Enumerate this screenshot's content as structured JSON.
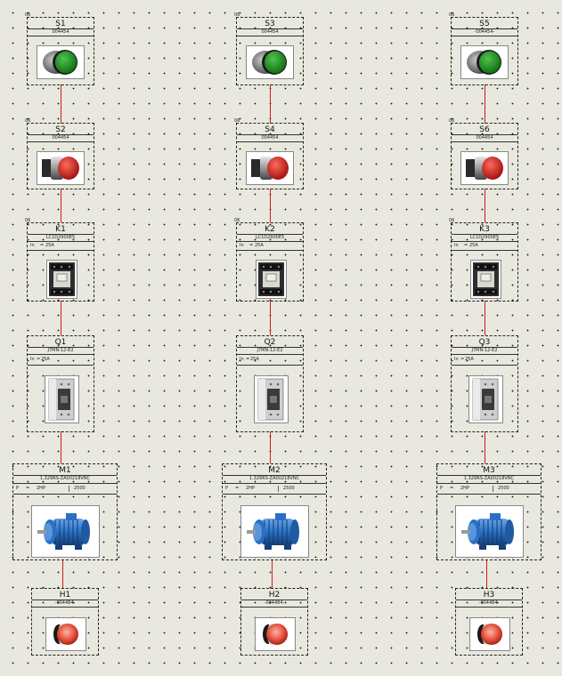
{
  "colors": {
    "wire": "#d01a1a",
    "start_button": "#1e8f1e",
    "stop_button": "#cc1f1f",
    "motor": "#2a6fc4",
    "pilot_light": "#d84a3a"
  },
  "columns": [
    {
      "start_button": {
        "corner": "06",
        "ref": "S1",
        "part": "004454",
        "icon": "green-pushbutton-icon"
      },
      "stop_button": {
        "corner": "06",
        "ref": "S2",
        "part": "004454",
        "icon": "red-pushbutton-icon"
      },
      "contactor": {
        "corner": "06",
        "ref": "K1",
        "part": "LC1D2900E5",
        "spec_key": "In",
        "spec_eq": "=",
        "spec_val": "25A",
        "icon": "contactor-icon"
      },
      "breaker": {
        "corner": "",
        "ref": "Q1",
        "part": "J7MN-12-E2",
        "spec_key": "In",
        "spec_eq": "=",
        "spec_val": "25A",
        "icon": "circuit-breaker-icon"
      },
      "motor": {
        "ref": "M1",
        "part": "1.329RS-ZA00218VNC",
        "p_key": "P",
        "p_eq": "=",
        "p_val": "2HP",
        "rpm": "2500",
        "icon": "electric-motor-icon"
      },
      "pilot_light": {
        "ref": "H1",
        "part": "-004484-",
        "icon": "red-pilot-light-icon"
      }
    },
    {
      "start_button": {
        "corner": "06",
        "ref": "S3",
        "part": "004454",
        "icon": "green-pushbutton-icon"
      },
      "stop_button": {
        "corner": "06",
        "ref": "S4",
        "part": "004454",
        "icon": "red-pushbutton-icon"
      },
      "contactor": {
        "corner": "06",
        "ref": "K2",
        "part": "LC1D2900E5",
        "spec_key": "In",
        "spec_eq": "=",
        "spec_val": "25A",
        "icon": "contactor-icon"
      },
      "breaker": {
        "corner": "",
        "ref": "Q2",
        "part": "J7MN-12-E2",
        "spec_key": "In",
        "spec_eq": "=",
        "spec_val": "25A",
        "icon": "circuit-breaker-icon"
      },
      "motor": {
        "ref": "M2",
        "part": "1.329RS-ZA00218VNC",
        "p_key": "P",
        "p_eq": "=",
        "p_val": "2HP",
        "rpm": "2500",
        "icon": "electric-motor-icon"
      },
      "pilot_light": {
        "ref": "H2",
        "part": "-004484-",
        "icon": "red-pilot-light-icon"
      }
    },
    {
      "start_button": {
        "corner": "06",
        "ref": "S5",
        "part": "-004454-",
        "icon": "green-pushbutton-icon"
      },
      "stop_button": {
        "corner": "06",
        "ref": "S6",
        "part": "004454",
        "icon": "red-pushbutton-icon"
      },
      "contactor": {
        "corner": "06",
        "ref": "K3",
        "part": "LC1D2900E5",
        "spec_key": "In",
        "spec_eq": "=",
        "spec_val": "25A",
        "icon": "contactor-icon"
      },
      "breaker": {
        "corner": "",
        "ref": "Q3",
        "part": "J7MN-12-E2",
        "spec_key": "In",
        "spec_eq": "=",
        "spec_val": "25A",
        "icon": "circuit-breaker-icon"
      },
      "motor": {
        "ref": "M3",
        "part": "1.329RS-ZA00218VNC",
        "p_key": "P",
        "p_eq": "=",
        "p_val": "2HP",
        "rpm": "2500",
        "icon": "electric-motor-icon"
      },
      "pilot_light": {
        "ref": "H3",
        "part": "-004484-",
        "icon": "red-pilot-light-icon"
      }
    }
  ]
}
